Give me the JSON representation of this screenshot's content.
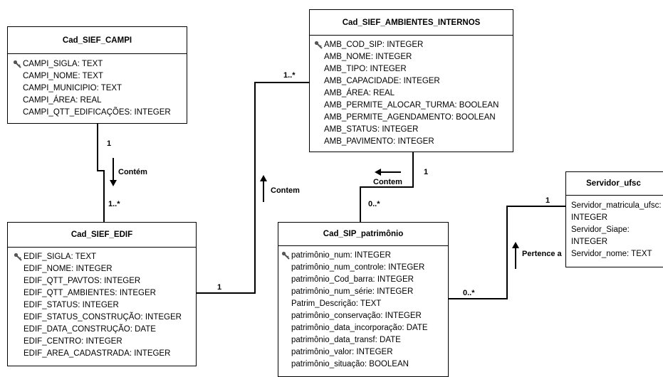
{
  "entities": {
    "campi": {
      "name": "Cad_SIEF_CAMPI",
      "attributes": [
        "CAMPI_SIGLA: TEXT",
        "CAMPI_NOME: TEXT",
        "CAMPI_MUNICIPIO: TEXT",
        "CAMPI_ÁREA: REAL",
        "CAMPI_QTT_EDIFICAÇÕES: INTEGER"
      ]
    },
    "ambientes": {
      "name": "Cad_SIEF_AMBIENTES_INTERNOS",
      "attributes": [
        "AMB_COD_SIP: INTEGER",
        "AMB_NOME: INTEGER",
        "AMB_TIPO: INTEGER",
        "AMB_CAPACIDADE: INTEGER",
        "AMB_ÁREA: REAL",
        "AMB_PERMITE_ALOCAR_TURMA: BOOLEAN",
        "AMB_PERMITE_AGENDAMENTO: BOOLEAN",
        "AMB_STATUS: INTEGER",
        "AMB_PAVIMENTO: INTEGER"
      ]
    },
    "edif": {
      "name": "Cad_SIEF_EDIF",
      "attributes": [
        "EDIF_SIGLA: TEXT",
        "EDIF_NOME: INTEGER",
        "EDIF_QTT_PAVTOS: INTEGER",
        "EDIF_QTT_AMBIENTES: INTEGER",
        "EDIF_STATUS: INTEGER",
        "EDIF_STATUS_CONSTRUÇÃO: INTEGER",
        "EDIF_DATA_CONSTRUÇÃO: DATE",
        "EDIF_CENTRO: INTEGER",
        "EDIF_AREA_CADASTRADA: INTEGER"
      ]
    },
    "patrimonio": {
      "name": "Cad_SIP_patrimônio",
      "attributes": [
        "patrimônio_num: INTEGER",
        "patrimônio_num_controle: INTEGER",
        "patrimônio_Cod_barra: INTEGER",
        "patrimônio_num_série: INTEGER",
        "Patrim_Descrição: TEXT",
        "patrimônio_conservação: INTEGER",
        "patrimônio_data_incorporação: DATE",
        "patrimônio_data_transf: DATE",
        "patrimônio_valor: INTEGER",
        "patrimônio_situação: BOOLEAN"
      ]
    },
    "servidor": {
      "name": "Servidor_ufsc",
      "attributes": [
        "Servidor_matricula_ufsc:",
        "INTEGER",
        "Servidor_Siape:",
        "INTEGER",
        "Servidor_nome: TEXT"
      ]
    }
  },
  "relationships": {
    "campi_edif": {
      "label": "Contém",
      "card_top": "1",
      "card_bottom": "1..*"
    },
    "edif_ambientes": {
      "label": "Contem",
      "card_left": "1",
      "card_right": "1..*"
    },
    "ambientes_patrimonio": {
      "label": "Contem",
      "card_top": "1",
      "card_bottom": "0..*"
    },
    "patrimonio_servidor": {
      "label": "Pertence a",
      "card_left": "0..*",
      "card_right": "1"
    }
  }
}
